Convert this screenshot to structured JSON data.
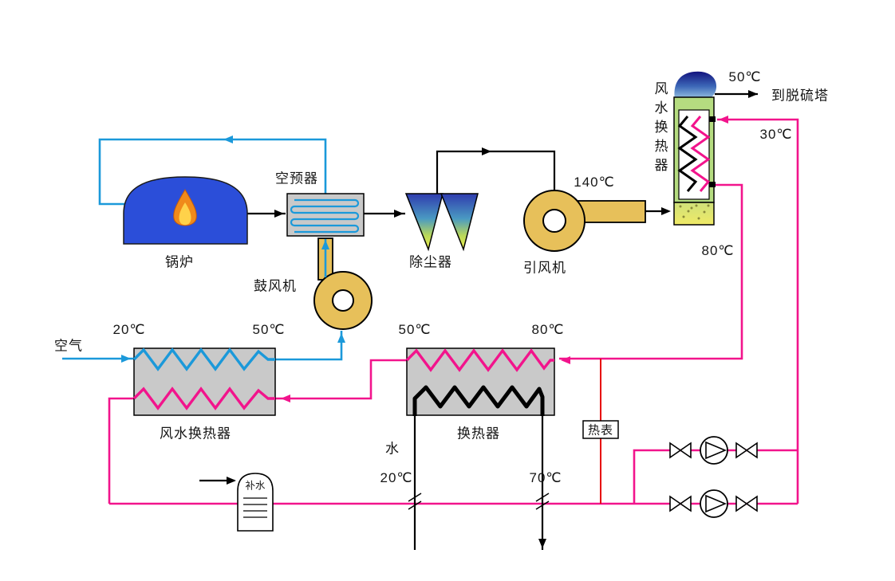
{
  "components": {
    "boiler": {
      "label": "锅炉"
    },
    "air_preheater": {
      "label": "空预器"
    },
    "forced_draft_fan": {
      "label": "鼓风机"
    },
    "dust_collector": {
      "label": "除尘器"
    },
    "induced_draft_fan": {
      "label": "引风机"
    },
    "flue_gas_water_exchanger": {
      "label": "风水换热器",
      "stack_outlet_temp": "50℃",
      "stack_outlet_dest": "到脱硫塔",
      "water_return_temp": "30℃",
      "flue_inlet_temp": "140℃",
      "water_supply_temp": "80℃"
    },
    "air_water_exchanger": {
      "label": "风水换热器",
      "air_inlet_label": "空气",
      "air_inlet_temp": "20℃",
      "air_outlet_temp": "50℃"
    },
    "water_heat_exchanger": {
      "label": "换热器",
      "hot_outlet_temp": "50℃",
      "hot_inlet_temp": "80℃",
      "water_label": "水",
      "water_inlet_temp": "20℃",
      "water_outlet_temp": "70℃"
    },
    "heat_meter": {
      "label": "热表"
    },
    "makeup_water_tank": {
      "label": "补水"
    }
  },
  "colors": {
    "air_line": "#1b99da",
    "hot_water_line": "#f2148c",
    "meter_line": "#e60000",
    "flue_line": "#000000",
    "boiler_body": "#2b4ed9",
    "flame_outer": "#f08a1a",
    "flame_inner": "#ffd24a",
    "fan_body": "#e7c05a",
    "exchanger_body": "#c9c9c9",
    "fgw_exchanger_body": "#b5dc80"
  }
}
